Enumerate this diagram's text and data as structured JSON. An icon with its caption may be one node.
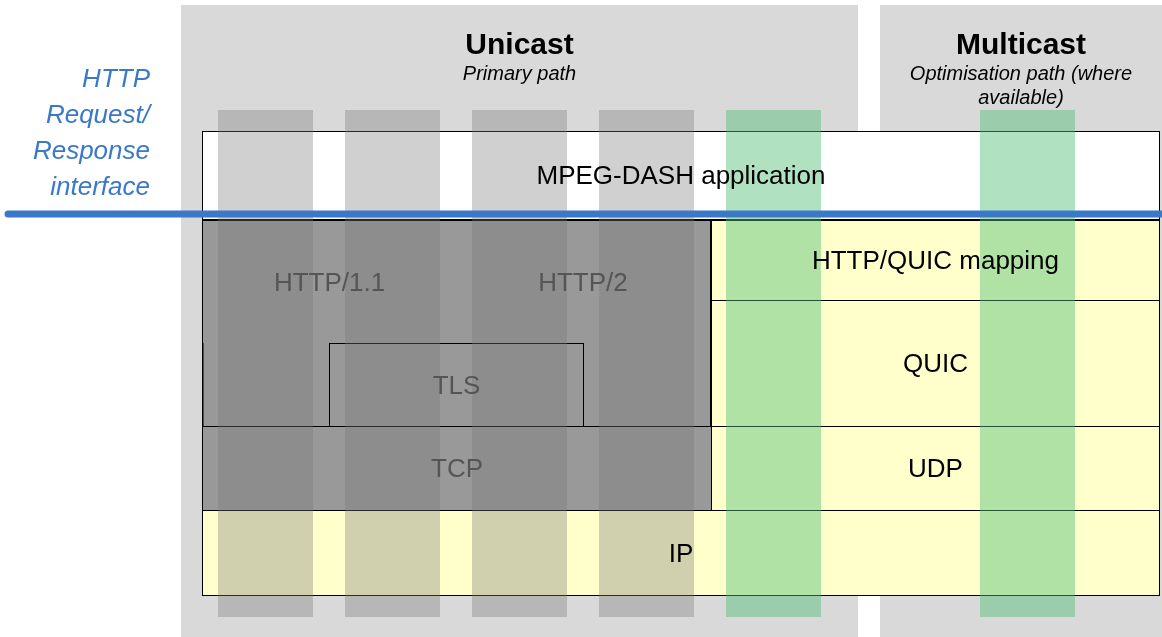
{
  "diagram": {
    "nodes": [
      {
        "text": [
          "Unicast",
          "Primary path"
        ]
      },
      {
        "text": [
          "Multicast",
          "Optimisation path (where available)"
        ]
      },
      {
        "text": [
          "MPEG-DASH application"
        ]
      },
      {
        "text": [
          "HTTP/1.1"
        ],
        "in": 0
      },
      {
        "text": [
          "HTTP/2"
        ],
        "in": 0
      },
      {
        "text": [
          "TLS"
        ],
        "in": 0
      },
      {
        "text": [
          "TCP"
        ],
        "in": 0
      },
      {
        "text": [
          "HTTP/QUIC mapping"
        ]
      },
      {
        "text": [
          "QUIC"
        ]
      },
      {
        "text": [
          "UDP"
        ]
      },
      {
        "text": [
          "IP"
        ]
      }
    ],
    "edges": [],
    "labels": [
      "HTTP Request/ Response interface"
    ]
  }
}
